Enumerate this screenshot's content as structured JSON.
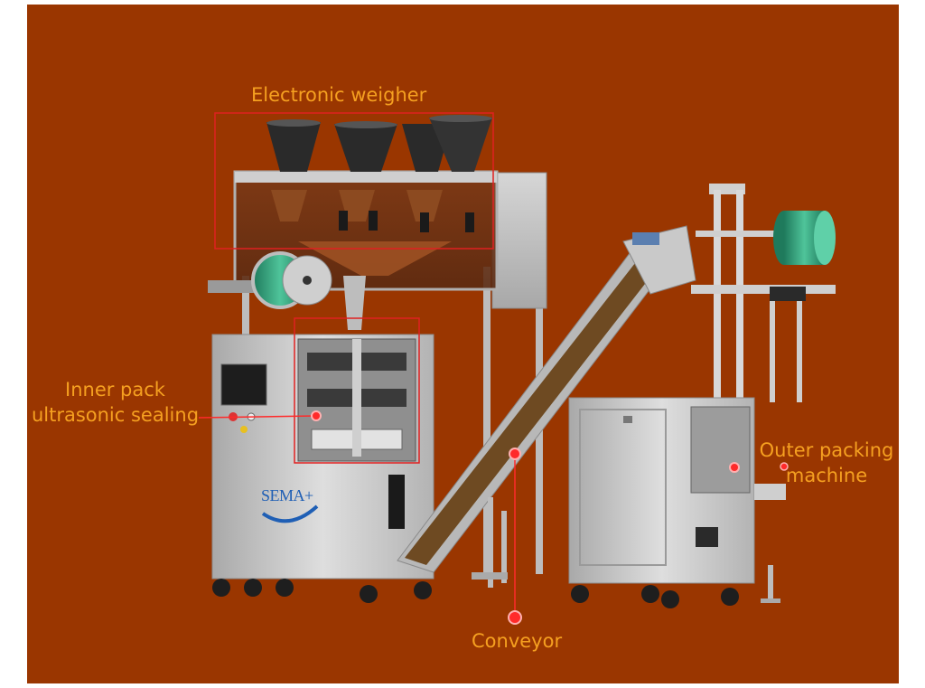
{
  "labels": {
    "electronic_weigher": "Electronic weigher",
    "inner_pack_line1": "Inner pack",
    "inner_pack_line2": "ultrasonic sealing",
    "outer_line1": "Outer packing",
    "outer_line2": "machine",
    "conveyor": "Conveyor"
  },
  "brand": {
    "logo_text": "SEMA+"
  },
  "colors": {
    "background": "#9a3600",
    "label": "#f5a020",
    "pointer": "#ff2a2a",
    "highlight_box": "#e02020",
    "machine_body": "#c9c9c9",
    "hopper": "#2a2a2a",
    "film_roll": "#2e9a78",
    "conveyor_belt": "#6e4a22"
  }
}
